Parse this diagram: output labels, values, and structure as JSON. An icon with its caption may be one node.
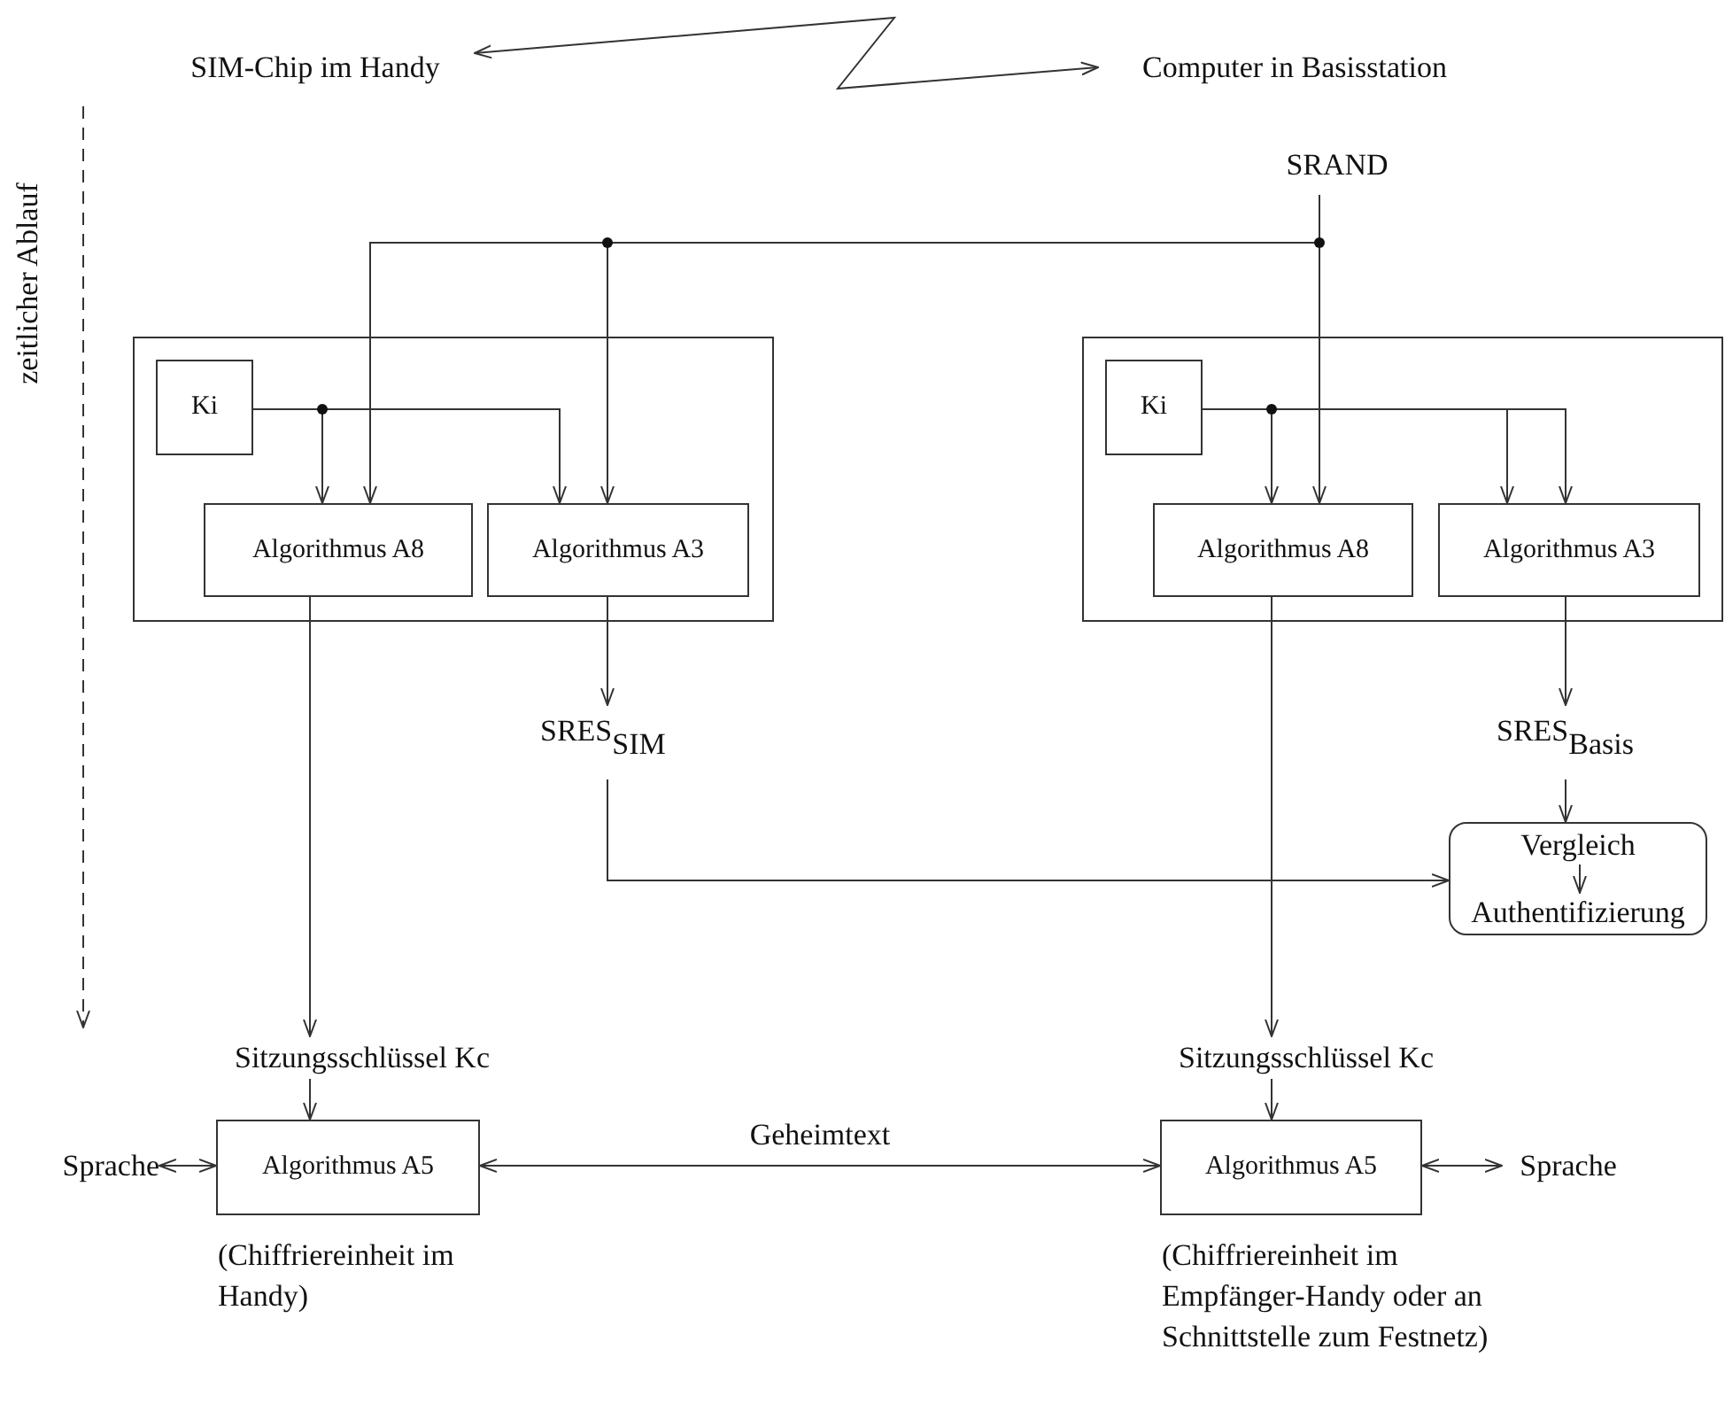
{
  "diagram": {
    "nodes": [
      {
        "text": [
          "SIM-Chip im Handy"
        ]
      },
      {
        "text": [
          "Computer in Basisstation"
        ]
      },
      {
        "text": [
          "SRAND"
        ]
      },
      {
        "text": [],
        "shape": "box"
      },
      {
        "text": [
          "Ki"
        ],
        "in": 3
      },
      {
        "text": [
          "Algorithmus A8"
        ],
        "in": 3
      },
      {
        "text": [
          "Algorithmus A3"
        ],
        "in": 3
      },
      {
        "text": [],
        "shape": "box"
      },
      {
        "text": [
          "Ki"
        ],
        "in": 7
      },
      {
        "text": [
          "Algorithmus A8"
        ],
        "in": 7
      },
      {
        "text": [
          "Algorithmus A3"
        ],
        "in": 7
      },
      {
        "text": [
          "SRES$_{SIM}$"
        ]
      },
      {
        "text": [
          "SRES$_{Basis}$"
        ]
      },
      {
        "text": [],
        "shape": "box"
      },
      {
        "text": [
          "Vergleich"
        ],
        "in": 13
      },
      {
        "text": [
          "Authentifizierung"
        ],
        "in": 13
      },
      {
        "text": [
          "Sitzungsschlüssel Kc"
        ]
      },
      {
        "text": [
          "Sitzungsschlüssel Kc"
        ]
      },
      {
        "text": [
          "Sprache"
        ]
      },
      {
        "text": [
          "Algorithmus A5"
        ],
        "beside": [
          "(Chiffriereinheit im Handy)"
        ]
      },
      {
        "text": [
          "Algorithmus A5"
        ],
        "beside": [
          "(Chiffriereinheit im Empfänger-Handy oder an Schnittstelle zum Festnetz)"
        ]
      },
      {
        "text": [
          "Sprache"
        ]
      }
    ],
    "edges": [
      {
        "from": 0,
        "to": 1,
        "arrow": "both"
      },
      {
        "from": 2,
        "to": 5,
        "arrow": "to"
      },
      {
        "from": 2,
        "to": 6,
        "arrow": "to"
      },
      {
        "from": 2,
        "to": 9,
        "arrow": "to"
      },
      {
        "from": 4,
        "to": 5,
        "arrow": "to"
      },
      {
        "from": 4,
        "to": 6,
        "arrow": "to"
      },
      {
        "from": 8,
        "to": 9,
        "arrow": "to"
      },
      {
        "from": 8,
        "to": 10,
        "arrow": "to"
      },
      {
        "from": 8,
        "to": 10,
        "arrow": "to"
      },
      {
        "from": 6,
        "to": 11,
        "arrow": "to"
      },
      {
        "from": 10,
        "to": 12,
        "arrow": "to"
      },
      {
        "from": 12,
        "to": 13,
        "arrow": "to"
      },
      {
        "from": 11,
        "to": 13,
        "arrow": "to"
      },
      {
        "from": 14,
        "to": 15,
        "arrow": "to"
      },
      {
        "from": 5,
        "to": 16,
        "arrow": "to"
      },
      {
        "from": 9,
        "to": 17,
        "arrow": "to"
      },
      {
        "from": 16,
        "to": 19,
        "arrow": "to"
      },
      {
        "from": 17,
        "to": 20,
        "arrow": "to"
      },
      {
        "from": 18,
        "to": 19,
        "arrow": "both"
      },
      {
        "from": 19,
        "to": 20,
        "arrow": "both",
        "label": "Geheimtext"
      },
      {
        "from": 20,
        "to": 21,
        "arrow": "both"
      }
    ],
    "labels": [
      "zeitlicher Ablauf"
    ]
  }
}
